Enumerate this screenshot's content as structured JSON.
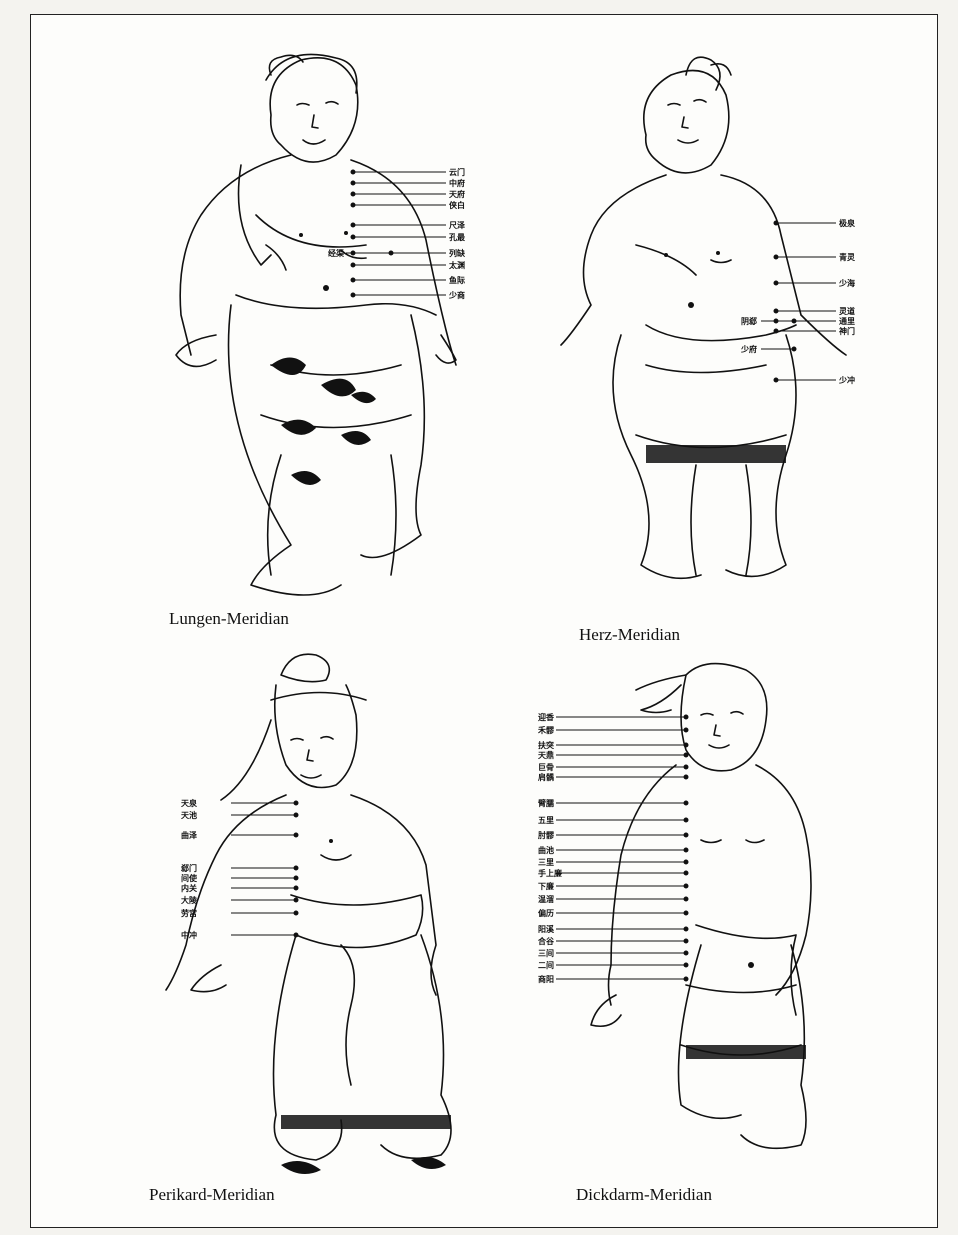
{
  "figures": [
    {
      "id": "lung",
      "caption": "Lungen-Meridian",
      "points_right": [
        "云门",
        "中府",
        "天府",
        "侠白",
        "尺泽",
        "孔最",
        "列缺",
        "太渊",
        "鱼际",
        "少商"
      ],
      "points_left": [
        "经渠"
      ]
    },
    {
      "id": "heart",
      "caption": "Herz-Meridian",
      "points_right": [
        "极泉",
        "青灵",
        "少海",
        "灵道",
        "通里",
        "神门",
        "少冲"
      ],
      "points_left": [
        "阴郄",
        "少府"
      ]
    },
    {
      "id": "pericardium",
      "caption": "Perikard-Meridian",
      "points_left": [
        "天泉",
        "天池",
        "曲泽",
        "郄门",
        "间使",
        "内关",
        "大陵",
        "劳宫",
        "中冲"
      ]
    },
    {
      "id": "large-intestine",
      "caption": "Dickdarm-Meridian",
      "points_left": [
        "迎香",
        "禾髎",
        "扶突",
        "天鼎",
        "巨骨",
        "肩髃",
        "臂臑",
        "五里",
        "肘髎",
        "曲池",
        "三里",
        "手上廉",
        "下廉",
        "温溜",
        "偏历",
        "阳溪",
        "合谷",
        "三间",
        "二间",
        "商阳"
      ]
    }
  ]
}
